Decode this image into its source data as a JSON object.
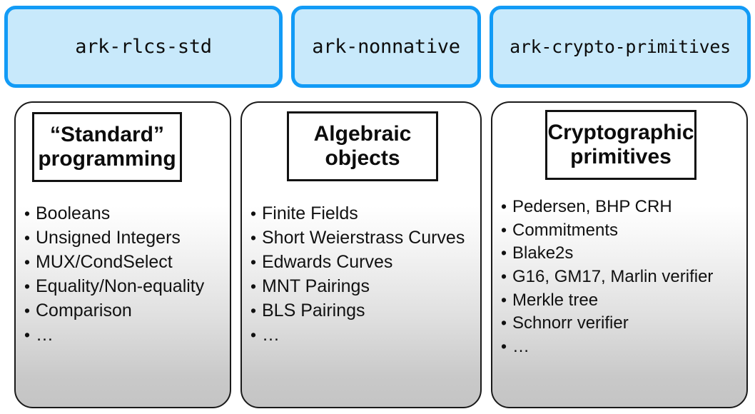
{
  "colors": {
    "crate_fill": "#c8e9fb",
    "crate_border": "#129bf6",
    "panel_border": "#1a1a1a",
    "panel_gradient_top": "#ffffff",
    "panel_gradient_bottom": "#c4c4c4",
    "text": "#111111"
  },
  "crates": [
    {
      "label": "ark-rlcs-std"
    },
    {
      "label": "ark-nonnative"
    },
    {
      "label": "ark-crypto-primitives"
    }
  ],
  "panels": [
    {
      "heading_lines": [
        "“Standard”",
        "programming"
      ],
      "bullet": "•",
      "items": [
        "Booleans",
        "Unsigned Integers",
        "MUX/CondSelect",
        "Equality/Non-equality",
        "Comparison",
        "…"
      ]
    },
    {
      "heading_lines": [
        "Algebraic",
        "objects"
      ],
      "bullet": "•",
      "items": [
        "Finite Fields",
        "Short Weierstrass Curves",
        "Edwards Curves",
        "MNT Pairings",
        "BLS Pairings",
        "…"
      ]
    },
    {
      "heading_lines": [
        "Cryptographic",
        "primitives"
      ],
      "bullet": "•",
      "items": [
        "Pedersen, BHP CRH",
        "Commitments",
        "Blake2s",
        "G16, GM17, Marlin verifier",
        "Merkle tree",
        "Schnorr verifier",
        "…"
      ]
    }
  ]
}
